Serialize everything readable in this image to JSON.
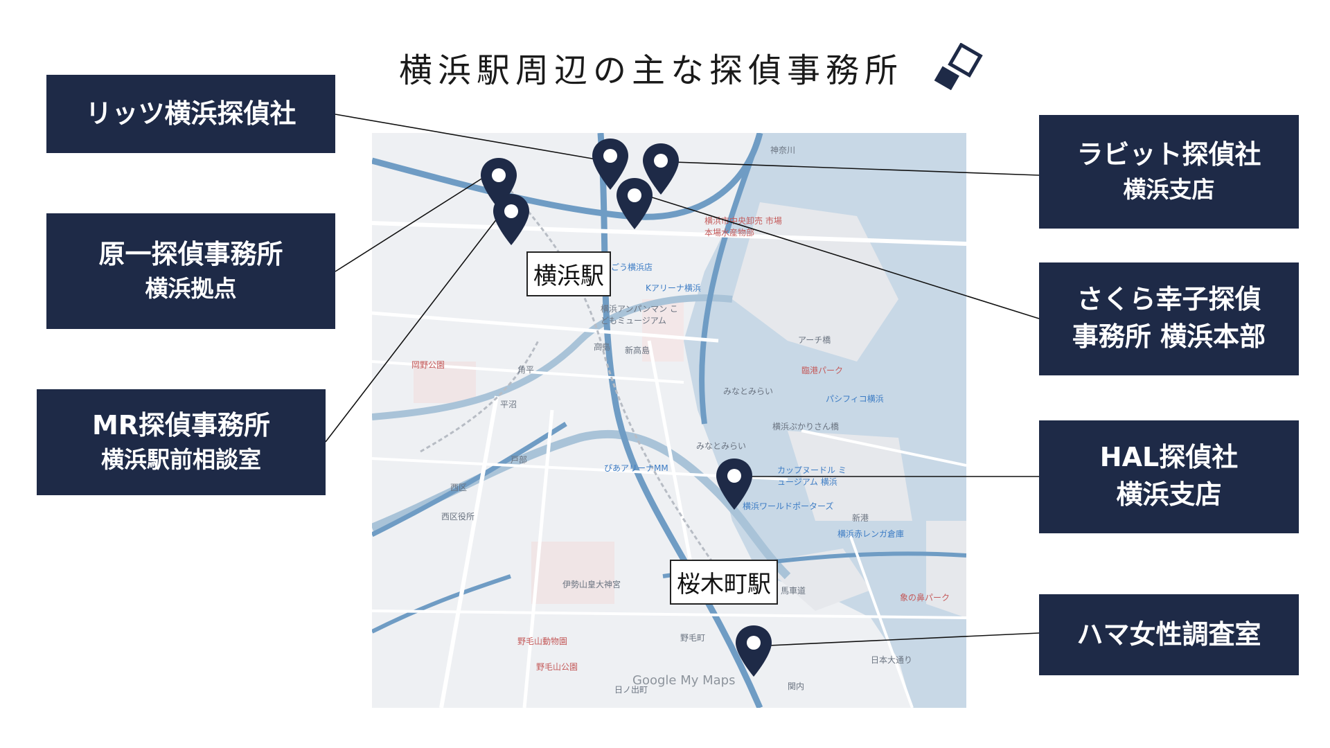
{
  "title": "横浜駅周辺の主な探偵事務所",
  "colors": {
    "box_bg": "#1e2a47",
    "pin": "#1e2a47",
    "map_bg": "#eef0f3",
    "water": "#c8d8e6",
    "road": "#ffffff",
    "highway": "#6f9cc4"
  },
  "agencies": [
    {
      "id": "ritz",
      "line1": "リッツ横浜探偵社",
      "line2": ""
    },
    {
      "id": "haraichi",
      "line1": "原一探偵事務所",
      "line2": "横浜拠点"
    },
    {
      "id": "mr",
      "line1": "MR探偵事務所",
      "line2": "横浜駅前相談室"
    },
    {
      "id": "rabbit",
      "line1": "ラビット探偵社",
      "line2": "横浜支店"
    },
    {
      "id": "sakura",
      "line1": "さくら幸子探偵",
      "line2": "事務所 横浜本部"
    },
    {
      "id": "hal",
      "line1": "HAL探偵社",
      "line2": "横浜支店"
    },
    {
      "id": "hama",
      "line1": "ハマ女性調査室",
      "line2": ""
    }
  ],
  "stations": {
    "yokohama": "横浜駅",
    "sakuragicho": "桜木町駅"
  },
  "map_labels": {
    "kanagawa": "神奈川",
    "nishiku": "西区",
    "nishiku_office": "西区役所",
    "minatomirai": "みなとみらい",
    "minatomirai_sta": "みなとみらい",
    "takashima": "高島",
    "shin_takashima": "新高島",
    "sogo": "そごう横浜店",
    "k_arena": "Kアリーナ横浜",
    "anpanman": "横浜アンパンマン こどもミュージアム",
    "pacifico": "パシフィコ横浜",
    "rinko": "臨港パーク",
    "cupnoodle": "カップヌードル ミュージアム 横浜",
    "world_porters": "横浜ワールドポーターズ",
    "red_brick": "横浜赤レンガ倉庫",
    "nogeyama_zoo": "野毛山動物園",
    "nogeyama_park": "野毛山公園",
    "iseyama": "伊勢山皇大神宮",
    "okano_park": "岡野公園",
    "tobe": "戸部",
    "hiranuma": "平沼",
    "kakudaira": "角平",
    "shinko": "新港",
    "bashamichi": "馬車道",
    "kannai": "関内",
    "nihon_odori": "日本大通り",
    "noge": "野毛町",
    "hinodecho": "日ノ出町",
    "pia_arena": "ぴあアリーナMM",
    "market": "横浜市中央卸売 市場本場水産物部",
    "arch_bridge": "アーチ橋",
    "pukari": "横浜ぷかりさん橋",
    "zou_no_hana": "象の鼻パーク",
    "google_attr": "Google My Maps"
  }
}
